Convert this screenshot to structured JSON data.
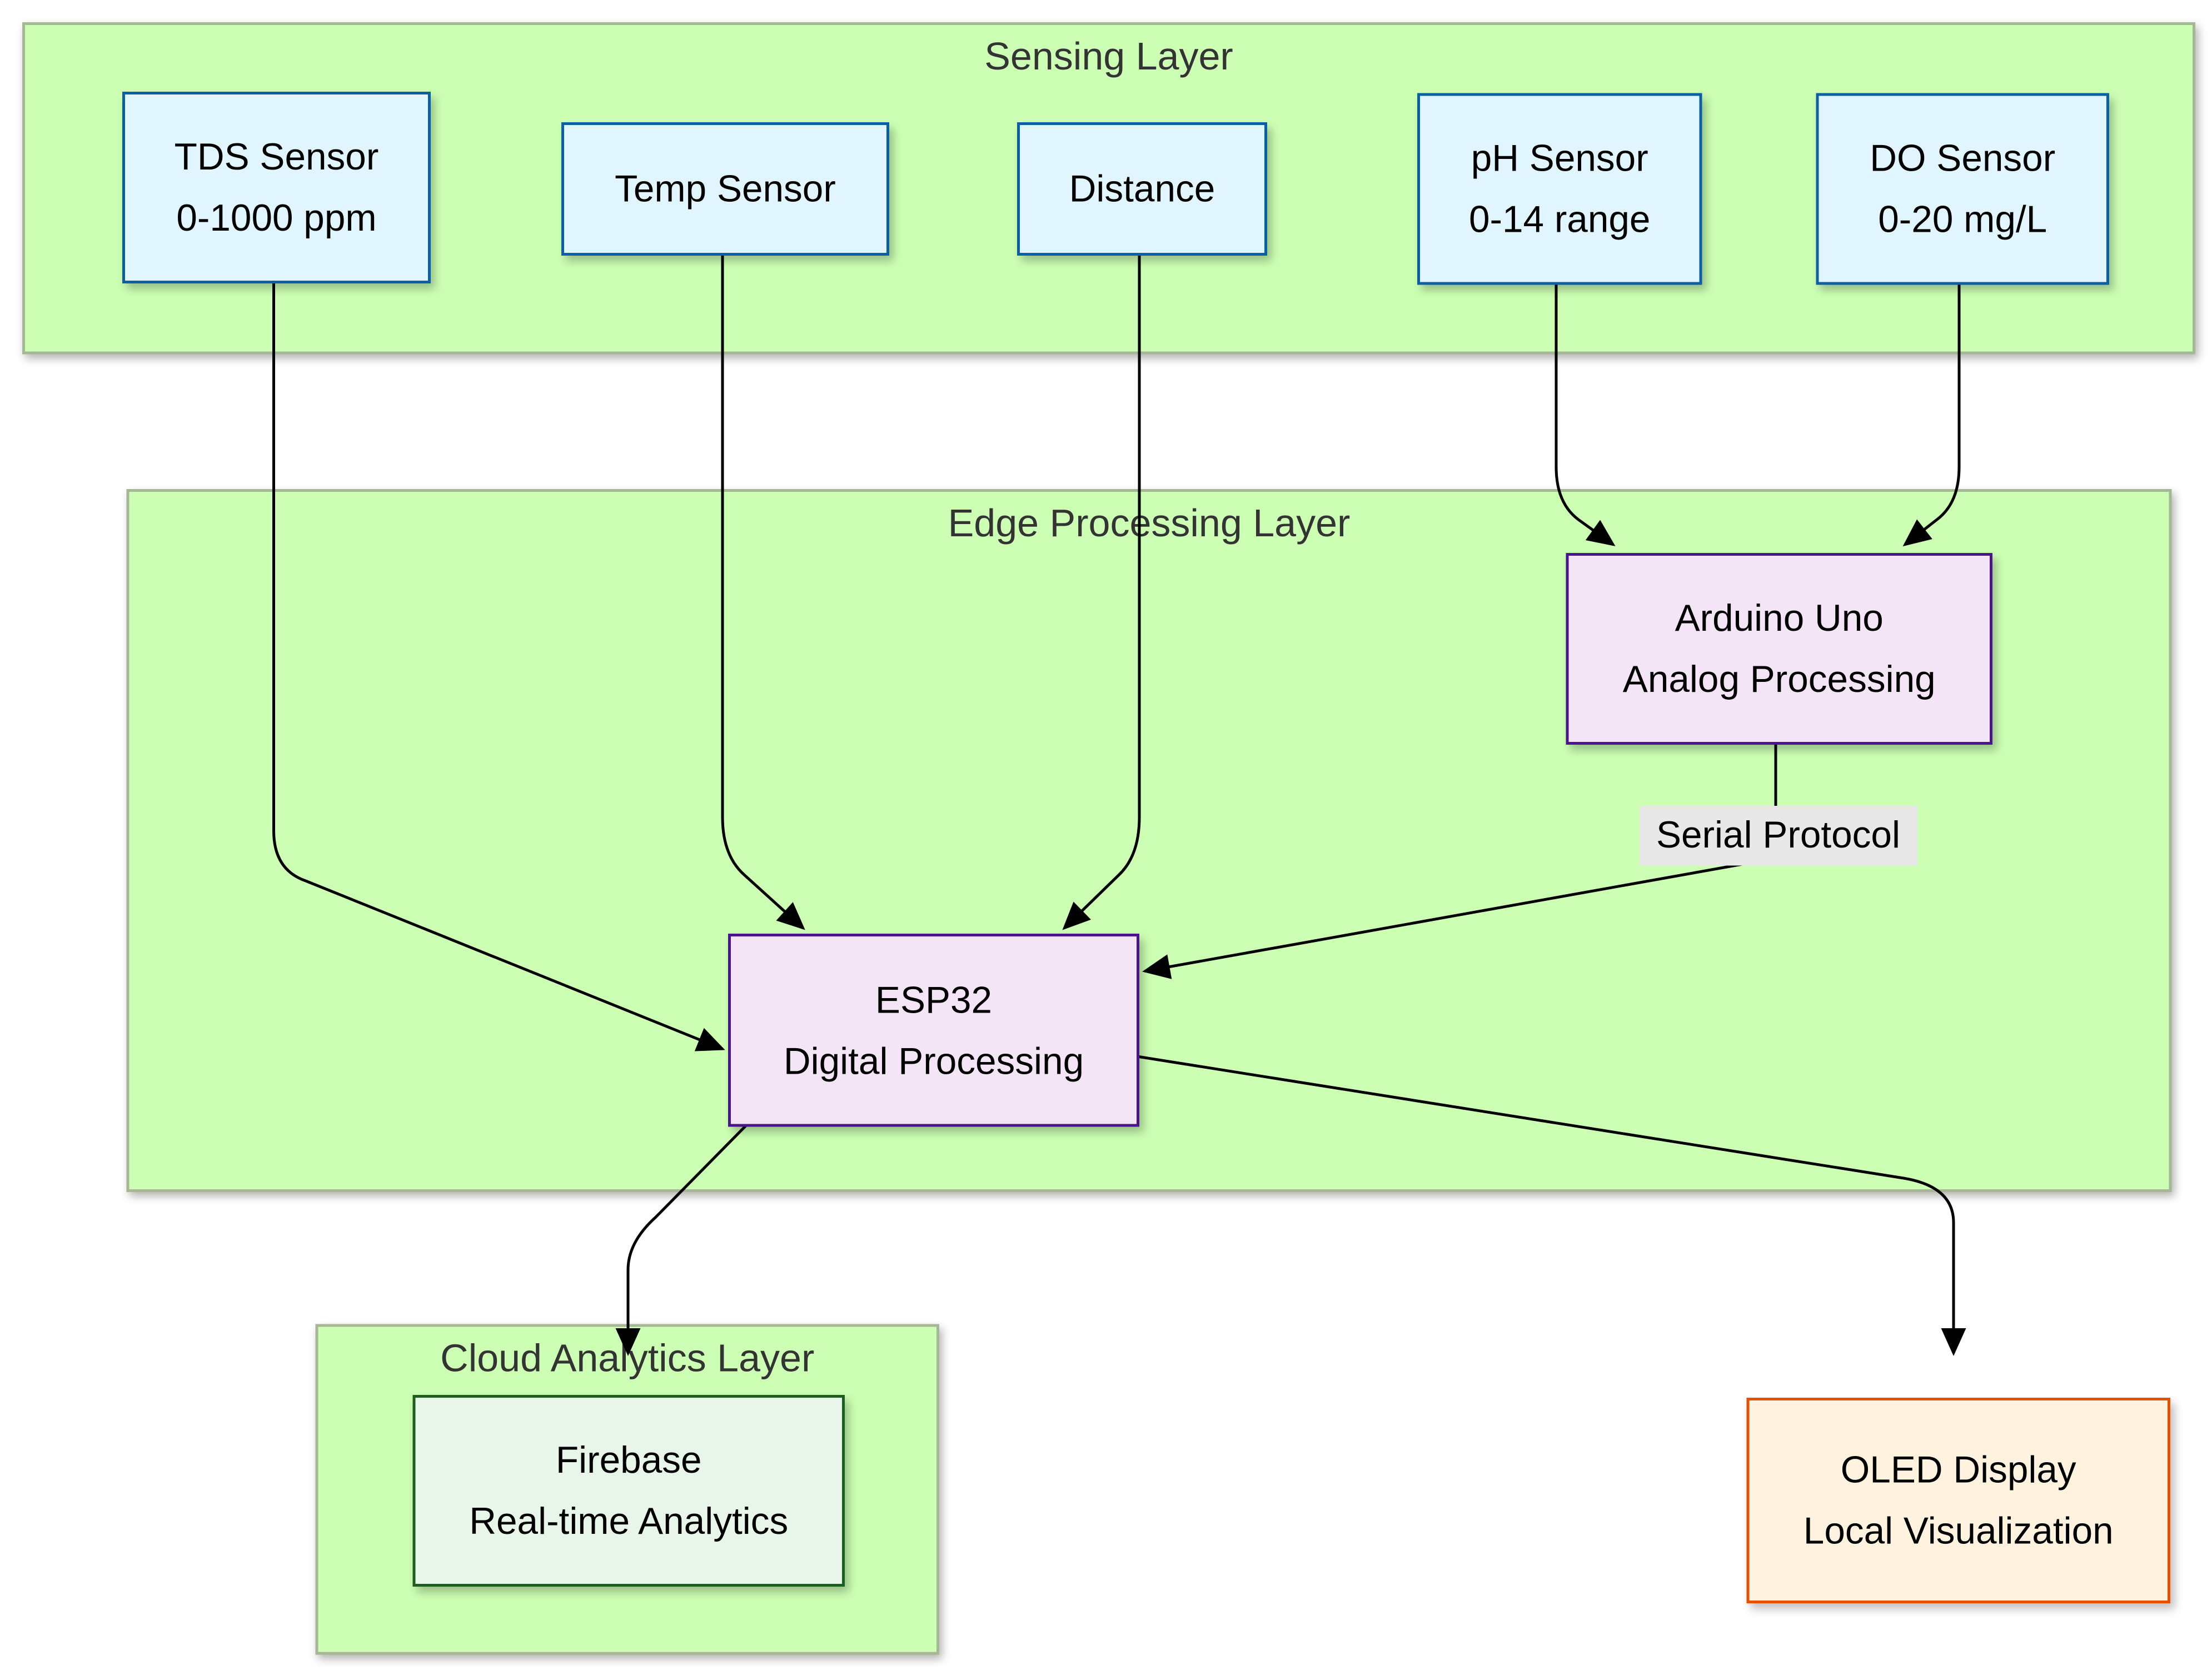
{
  "diagram": {
    "layers": {
      "sensing": {
        "title": "Sensing Layer"
      },
      "edge": {
        "title": "Edge Processing Layer"
      },
      "cloud": {
        "title": "Cloud Analytics Layer"
      }
    },
    "nodes": {
      "tds": {
        "line1": "TDS Sensor",
        "line2": "0-1000 ppm"
      },
      "temp": {
        "line1": "Temp Sensor"
      },
      "distance": {
        "line1": "Distance"
      },
      "ph": {
        "line1": "pH Sensor",
        "line2": "0-14 range"
      },
      "do": {
        "line1": "DO Sensor",
        "line2": "0-20 mg/L"
      },
      "arduino": {
        "line1": "Arduino Uno",
        "line2": "Analog Processing"
      },
      "esp32": {
        "line1": "ESP32",
        "line2": "Digital Processing"
      },
      "firebase": {
        "line1": "Firebase",
        "line2": "Real-time Analytics"
      },
      "oled": {
        "line1": "OLED Display",
        "line2": "Local Visualization"
      }
    },
    "edge_labels": {
      "serial": "Serial Protocol"
    },
    "edges": [
      {
        "from": "TDS Sensor",
        "to": "ESP32"
      },
      {
        "from": "Temp Sensor",
        "to": "ESP32"
      },
      {
        "from": "Distance",
        "to": "ESP32"
      },
      {
        "from": "pH Sensor",
        "to": "Arduino Uno"
      },
      {
        "from": "DO Sensor",
        "to": "Arduino Uno"
      },
      {
        "from": "Arduino Uno",
        "to": "ESP32",
        "label": "Serial Protocol"
      },
      {
        "from": "ESP32",
        "to": "Firebase"
      },
      {
        "from": "ESP32",
        "to": "OLED Display"
      }
    ],
    "colors": {
      "layer_fill": "#ccffb3",
      "layer_border": "#a5b795",
      "sensor_fill": "#e1f5fe",
      "sensor_border": "#0b5fa5",
      "processor_fill": "#f3e5f5",
      "processor_border": "#4a148c",
      "cloud_fill": "#e8f5e9",
      "cloud_border": "#1b5e20",
      "display_fill": "#fff3e0",
      "display_border": "#e65100",
      "edge_line": "#000000",
      "edge_label_bg": "#e8e8e8",
      "title_text": "#333333",
      "node_text": "#000000"
    }
  }
}
